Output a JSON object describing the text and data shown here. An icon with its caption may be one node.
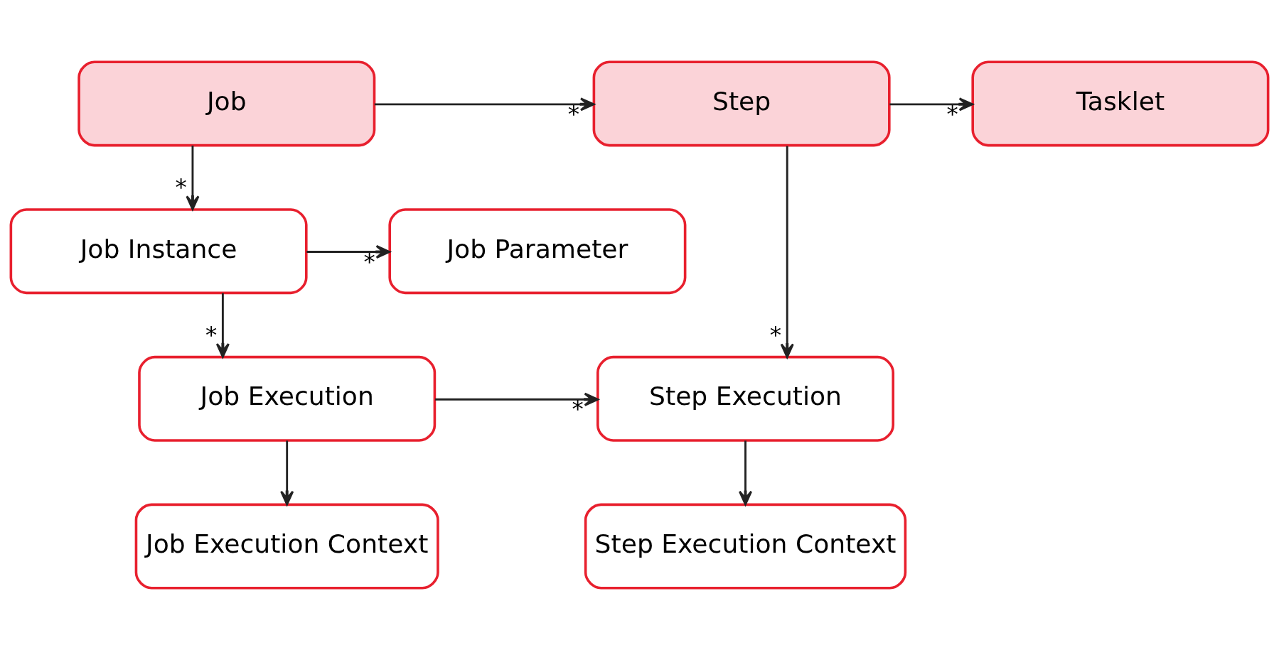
{
  "diagram": {
    "nodes": [
      {
        "text": [
          "Job"
        ]
      },
      {
        "text": [
          "Step"
        ]
      },
      {
        "text": [
          "Tasklet"
        ]
      },
      {
        "text": [
          "Job Instance"
        ]
      },
      {
        "text": [
          "Job Parameter"
        ]
      },
      {
        "text": [
          "Job Execution"
        ]
      },
      {
        "text": [
          "Step Execution"
        ]
      },
      {
        "text": [
          "Job Execution Context"
        ]
      },
      {
        "text": [
          "Step Execution Context"
        ]
      }
    ],
    "edges": [
      {
        "from": 0,
        "to": 1,
        "arrow": "to",
        "label": "*"
      },
      {
        "from": 1,
        "to": 2,
        "arrow": "to",
        "label": "*"
      },
      {
        "from": 0,
        "to": 3,
        "arrow": "to",
        "label": "*"
      },
      {
        "from": 3,
        "to": 4,
        "arrow": "to",
        "label": "*"
      },
      {
        "from": 3,
        "to": 5,
        "arrow": "to",
        "label": "*"
      },
      {
        "from": 1,
        "to": 6,
        "arrow": "to",
        "label": "*"
      },
      {
        "from": 5,
        "to": 6,
        "arrow": "to",
        "label": "*"
      },
      {
        "from": 5,
        "to": 7,
        "arrow": "to"
      },
      {
        "from": 6,
        "to": 8,
        "arrow": "to"
      }
    ]
  }
}
